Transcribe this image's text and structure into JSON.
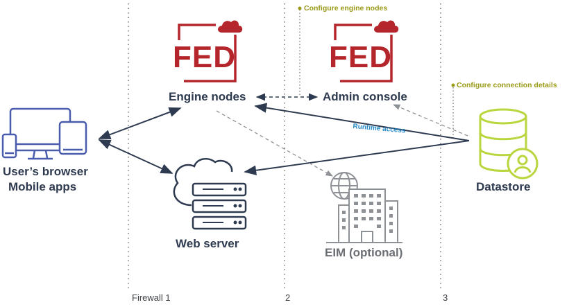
{
  "nodes": {
    "users": {
      "line1": "User’s browser",
      "line2": "Mobile apps"
    },
    "engine": {
      "logo": "FED",
      "label": "Engine nodes"
    },
    "admin": {
      "logo": "FED",
      "label": "Admin console"
    },
    "web": {
      "label": "Web server"
    },
    "eim": {
      "label": "EIM (optional)"
    },
    "datastore": {
      "label": "Datastore"
    }
  },
  "annotations": {
    "engine_config": "Configure engine nodes",
    "connection_config": "Configure connection details",
    "runtime": "Runtime access"
  },
  "firewalls": [
    "Firewall 1",
    "2",
    "3"
  ],
  "colors": {
    "brand_red": "#b5262c",
    "navy": "#2e3a4f",
    "datastore_green": "#b9d63f",
    "annotation_olive": "#9a9a18",
    "runtime_blue": "#2a8ac7",
    "grey": "#8d9196"
  }
}
